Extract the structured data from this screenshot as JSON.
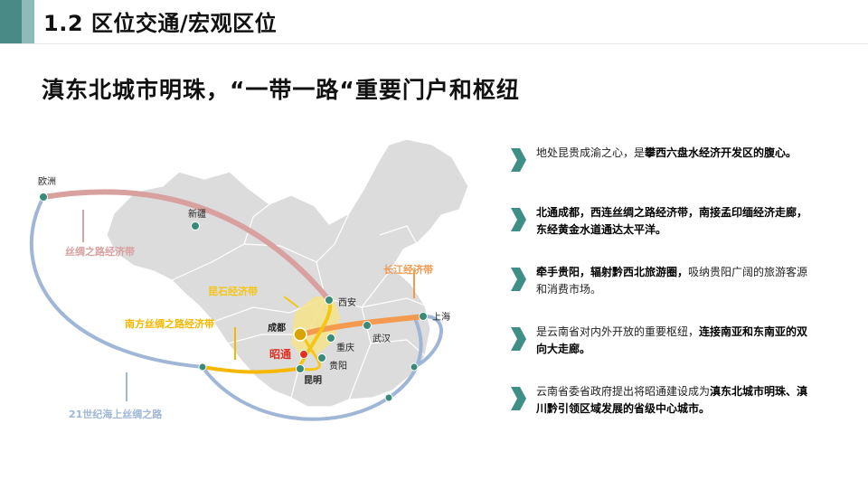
{
  "section": {
    "title": "1.2 区位交通/宏观区位"
  },
  "headline": "滇东北城市明珠，“一带一路“重要门户和枢纽",
  "map": {
    "cities": {
      "europe": "欧洲",
      "xinjiang": "新疆",
      "xian": "西安",
      "shanghai": "上海",
      "chengdu": "成都",
      "wuhan": "武汉",
      "chongqing": "重庆",
      "zhaotong": "昭通",
      "guiyang": "贵阳",
      "kunming": "昆明"
    },
    "routes": {
      "silk_road_belt": "丝绸之路经济带",
      "yangtze_belt": "长江经济带",
      "kunlun_belt": "昆石经济带",
      "southern_silk_belt": "南方丝绸之路经济带",
      "maritime_silk": "21世纪海上丝绸之路"
    },
    "colors": {
      "silk_road": "#d9a0a0",
      "yangtze": "#f39a4f",
      "kunlun": "#f5c518",
      "southern": "#f5b800",
      "maritime": "#9fb6d6",
      "node": "#3a8a7a",
      "zhaotong": "#e03020",
      "chengdu": "#d9a400",
      "land": "#dcdcdc"
    }
  },
  "points": [
    {
      "normal": "地处昆贵成渝之心，是",
      "bold": "攀西六盘水经济开发区的腹心。",
      "tail": ""
    },
    {
      "normal": "",
      "bold": "北通成都，西连丝绸之路经济带，南接孟印缅经济走廊，东经黄金水道通达太平洋。",
      "tail": ""
    },
    {
      "normal": "",
      "bold": "牵手贵阳，辐射黔西北旅游圈，",
      "tail": "吸纳贵阳广阔的旅游客源和消费市场。"
    },
    {
      "normal": "是云南省对内外开放的重要枢纽，",
      "bold": "连接南亚和东南亚的双向大走廊。",
      "tail": ""
    },
    {
      "normal": "云南省委省政府提出将昭通建设成为",
      "bold": "滇东北城市明珠、滇川黔引领区域发展的省级中心城市。",
      "tail": ""
    }
  ],
  "accent_color": "#3f8f87"
}
